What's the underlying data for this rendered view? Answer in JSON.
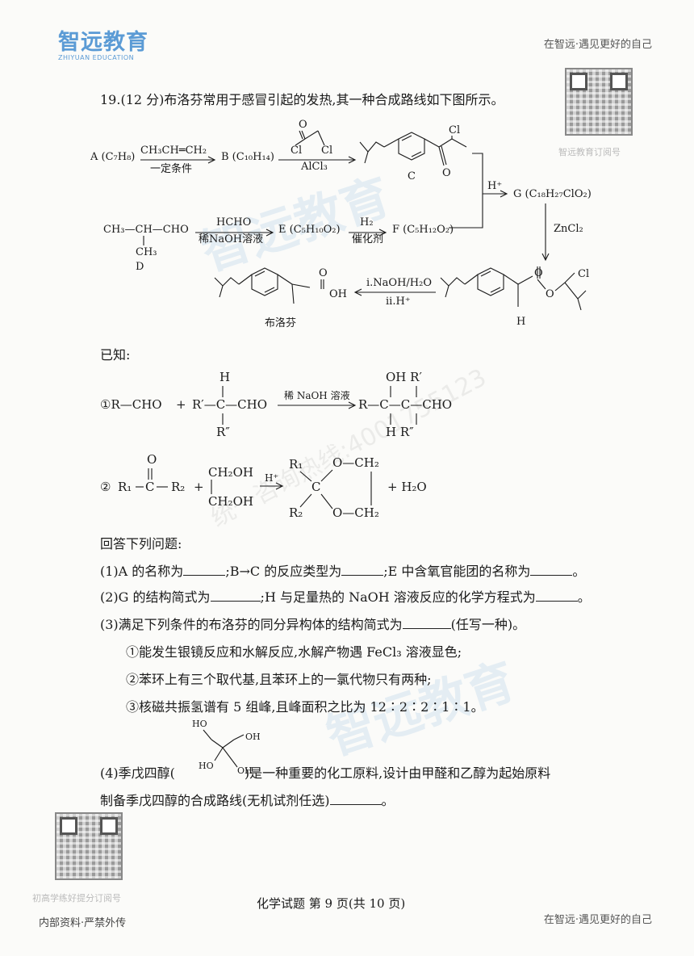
{
  "header": {
    "logo_cn": "智远教育",
    "logo_en": "ZHIYUAN EDUCATION",
    "slogan": "在智远·遇见更好的自己",
    "qr_label": "智远教育订阅号"
  },
  "question": {
    "title": "19.(12 分)布洛芬常用于感冒引起的发热,其一种合成路线如下图所示。",
    "known": "已知:",
    "answer_intro": "回答下列问题:",
    "q1_a": "(1)A 的名称为",
    "q1_b": ";B→C 的反应类型为",
    "q1_c": ";E 中含氧官能团的名称为",
    "q1_end": "。",
    "q2_a": "(2)G 的结构简式为",
    "q2_b": ";H 与足量热的 NaOH 溶液反应的化学方程式为",
    "q2_end": "。",
    "q3_a": "(3)满足下列条件的布洛芬的同分异构体的结构简式为",
    "q3_b": "(任写一种)。",
    "cond1": "①能发生银镜反应和水解反应,水解产物遇 FeCl₃ 溶液显色;",
    "cond2": "②苯环上有三个取代基,且苯环上的一氯代物只有两种;",
    "cond3": "③核磁共振氢谱有 5 组峰,且峰面积之比为 12∶2∶2∶1∶1。",
    "q4_a": "(4)季戊四醇(",
    "q4_b": ")是一种重要的化工原料,设计由甲醛和乙醇为起始原料",
    "q4_c": "制备季戊四醇的合成路线(无机试剂任选)",
    "q4_end": "。"
  },
  "scheme": {
    "A": "A (C₇H₈)",
    "reagent1_top": "CH₃CH═CH₂",
    "reagent1_bottom": "一定条件",
    "B": "B (C₁₀H₁₄)",
    "AlCl3": "AlCl₃",
    "Cl": "Cl",
    "O": "O",
    "C_label": "C",
    "Hplus": "H⁺",
    "G": "G (C₁₈H₂₇ClO₂)",
    "D_formula_main": "CH₃—CH—CHO",
    "D_CH3": "CH₃",
    "D_label": "D",
    "HCHO": "HCHO",
    "dilute_NaOH": "稀NaOH溶液",
    "E": "E (C₅H₁₀O₂)",
    "H2": "H₂",
    "catalyst": "催化剂",
    "F": "F (C₅H₁₂O₂)",
    "ZnCl2": "ZnCl₂",
    "step_i": "i.NaOH/H₂O",
    "step_ii": "ii.H⁺",
    "OH": "OH",
    "ibuprofen": "布洛芬",
    "H_label": "H"
  },
  "known": {
    "r1_left": "①R—CHO",
    "plus": "+",
    "r1_mid": "R′—C—CHO",
    "H": "H",
    "R2prime": "R″",
    "r1_cond": "稀 NaOH 溶液",
    "r1_prod_top": "OH R′",
    "r1_prod": "R—C—C—CHO",
    "r1_prod_bottom": "H   R″",
    "r2_num": "②",
    "R1": "R₁",
    "R2": "R₂",
    "O": "O",
    "C": "C",
    "CH2OH": "CH₂OH",
    "Hplus": "H⁺",
    "OCH2": "O—CH₂",
    "water": "+ H₂O"
  },
  "penta": {
    "HO": "HO",
    "OH": "OH"
  },
  "footer": {
    "page": "化学试题 第 9 页(共 10 页)",
    "internal": "内部资料·严禁外传",
    "qr_label": "初高学练好提分订阅号",
    "slogan": "在智远·遇见更好的自己"
  },
  "watermarks": {
    "logo": "智远教育",
    "logo_en": "ZHIYUAN EDUCATION",
    "hotline": "统一咨询热线:4001755123"
  }
}
